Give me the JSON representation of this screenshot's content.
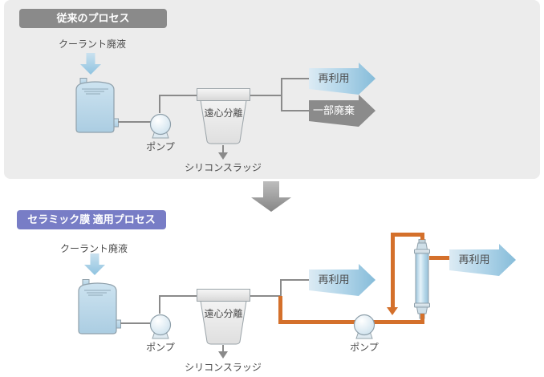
{
  "colors": {
    "panel_bg": "#ececec",
    "badge_gray": "#8a8a8a",
    "badge_purple": "#787dc6",
    "pipe_gray": "#8a8a8a",
    "pipe_orange": "#d4702b",
    "arrow_blue_from": "#dcebf4",
    "arrow_blue_to": "#86bcd9",
    "arrow_gray": "#8b8b8b",
    "equipment_blue": "#b9d7e9",
    "text": "#4a4a4a"
  },
  "top": {
    "badge": "従来のプロセス",
    "coolant": "クーラント廃液",
    "pump": "ポンプ",
    "centrifuge": "遠心分離",
    "sludge": "シリコンスラッジ",
    "reuse": "再利用",
    "discard": "一部廃棄"
  },
  "bottom": {
    "badge": "セラミック膜 適用プロセス",
    "coolant": "クーラント廃液",
    "pump1": "ポンプ",
    "centrifuge": "遠心分離",
    "sludge": "シリコンスラッジ",
    "reuse1": "再利用",
    "pump2": "ポンプ",
    "reuse2": "再利用"
  }
}
